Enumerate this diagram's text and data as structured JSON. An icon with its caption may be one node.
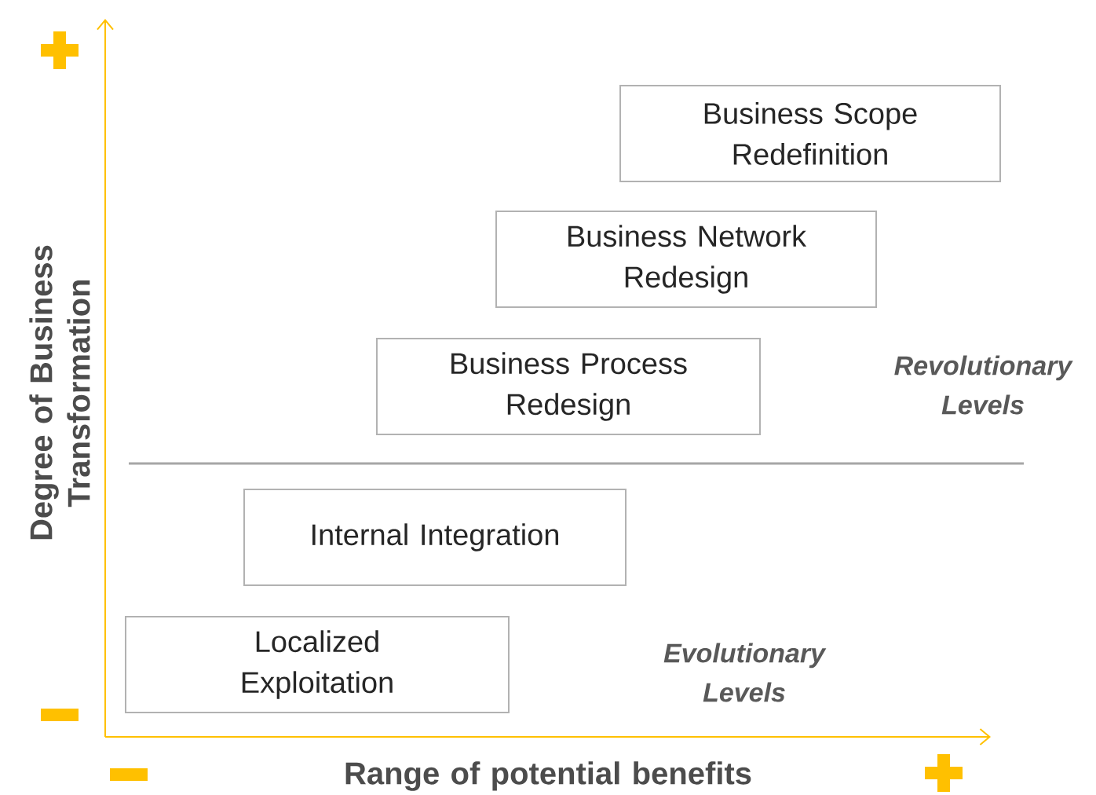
{
  "diagram": {
    "nodes": [
      {
        "text": [
          "Business Scope Redefinition"
        ]
      },
      {
        "text": [
          "Business Network Redesign"
        ]
      },
      {
        "text": [
          "Business Process Redesign"
        ]
      },
      {
        "text": [
          "Internal Integration"
        ]
      },
      {
        "text": [
          "Localized Exploitation"
        ]
      }
    ],
    "labels": [
      "Degree of Business Transformation",
      "Revolutionary Levels",
      "Evolutionary Levels",
      "Range of potential benefits"
    ]
  }
}
